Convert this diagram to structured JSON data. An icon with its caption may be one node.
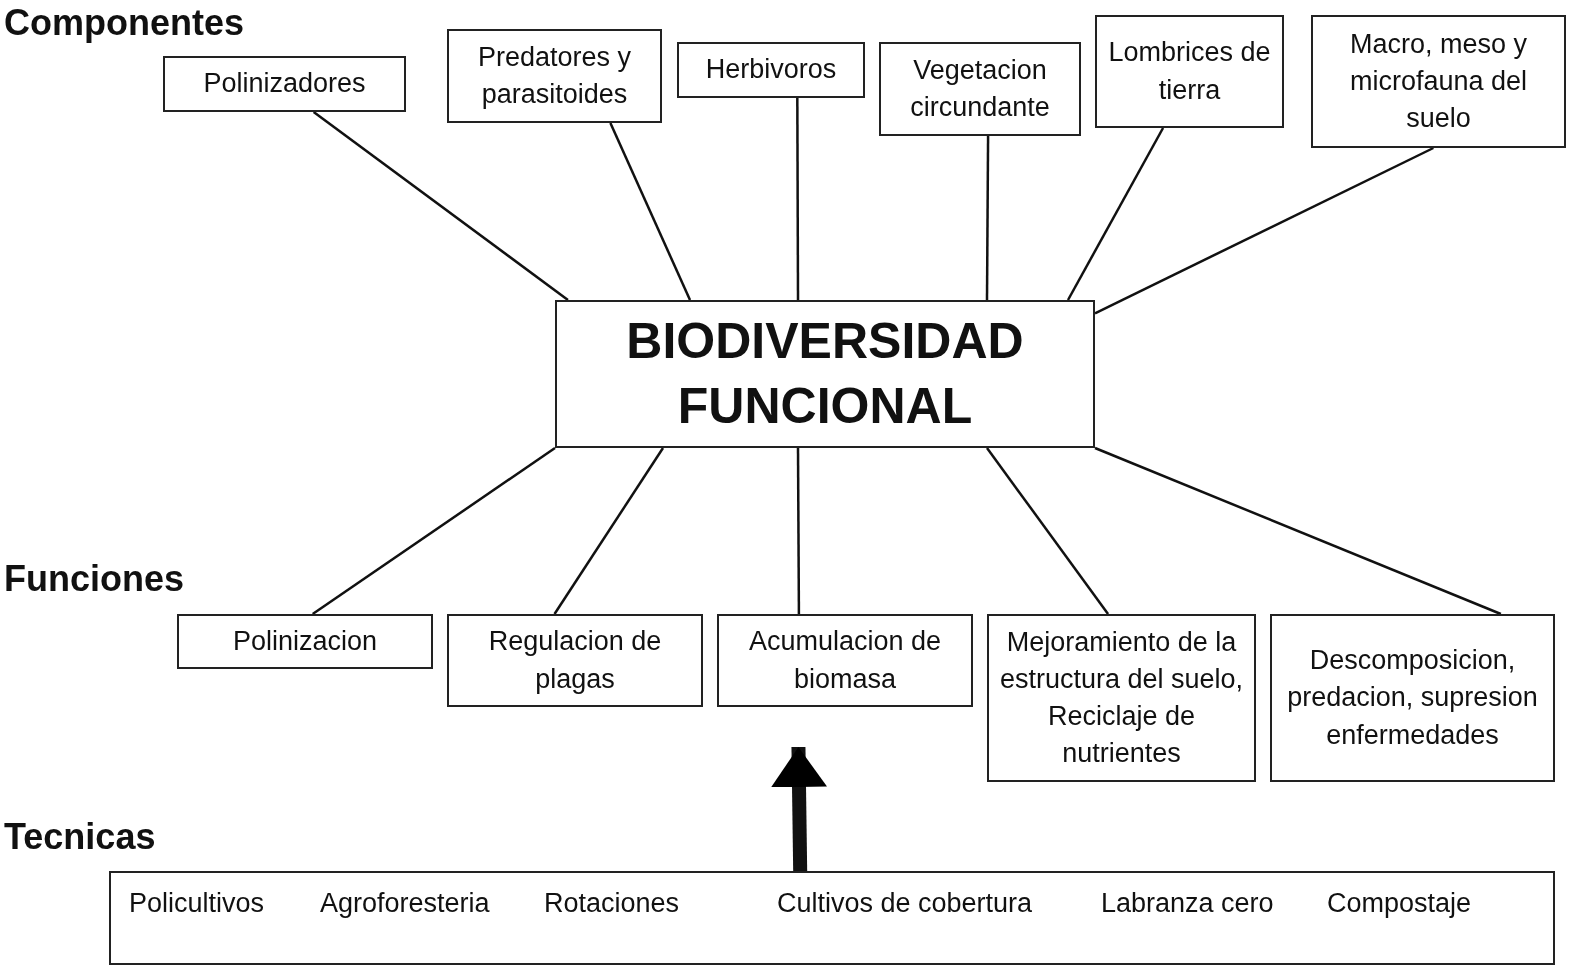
{
  "diagram": {
    "nodes": [
      {
        "text": [
          "Polinizadores"
        ]
      },
      {
        "text": [
          "Predatores y parasitoides"
        ]
      },
      {
        "text": [
          "Herbivoros"
        ]
      },
      {
        "text": [
          "Vegetacion circundante"
        ]
      },
      {
        "text": [
          "Lombrices de tierra"
        ]
      },
      {
        "text": [
          "Macro, meso y microfauna del suelo"
        ]
      },
      {
        "text": [
          "BIODIVERSIDAD FUNCIONAL"
        ]
      },
      {
        "text": [
          "Polinizacion"
        ]
      },
      {
        "text": [
          "Regulacion de plagas"
        ]
      },
      {
        "text": [
          "Acumulacion de biomasa"
        ]
      },
      {
        "text": [
          "Mejoramiento de la estructura del suelo, Reciclaje de nutrientes"
        ]
      },
      {
        "text": [
          "Descomposicion, predacion, supresion enfermedades"
        ]
      },
      {
        "text": [
          "Policultivos",
          "Agroforesteria",
          "Rotaciones",
          "Cultivos de cobertura",
          "Labranza cero",
          "Compostaje"
        ]
      }
    ],
    "edges": [
      {
        "from": 0,
        "to": 6,
        "arrow": "none"
      },
      {
        "from": 1,
        "to": 6,
        "arrow": "none"
      },
      {
        "from": 2,
        "to": 6,
        "arrow": "none"
      },
      {
        "from": 3,
        "to": 6,
        "arrow": "none"
      },
      {
        "from": 4,
        "to": 6,
        "arrow": "none"
      },
      {
        "from": 5,
        "to": 6,
        "arrow": "none"
      },
      {
        "from": 6,
        "to": 7,
        "arrow": "none"
      },
      {
        "from": 6,
        "to": 8,
        "arrow": "none"
      },
      {
        "from": 6,
        "to": 9,
        "arrow": "none"
      },
      {
        "from": 6,
        "to": 10,
        "arrow": "none"
      },
      {
        "from": 6,
        "to": 11,
        "arrow": "none"
      },
      {
        "from": 12,
        "to": 9,
        "arrow": "to",
        "style": "thick"
      }
    ],
    "labels": [
      "Componentes",
      "Funciones",
      "Tecnicas"
    ]
  }
}
